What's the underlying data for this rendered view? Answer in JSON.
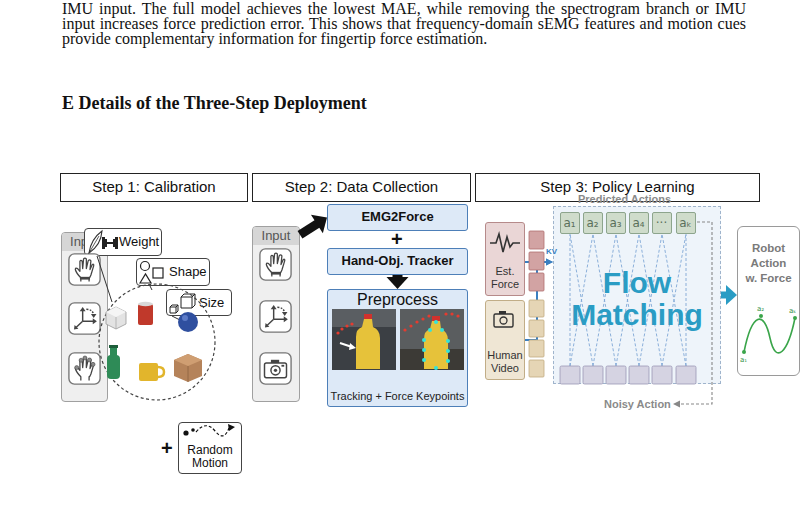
{
  "diagram": {
    "title": "E Details of the Three-Step Deployment",
    "nodes": [
      {
        "text": [
          "Step 1: Calibration"
        ]
      },
      {
        "text": [
          "Step 2: Data Collection"
        ]
      },
      {
        "text": [
          "Step 3: Policy Learning"
        ]
      },
      {
        "text": [
          "Input"
        ]
      },
      {
        "text": [
          "Weight"
        ]
      },
      {
        "text": [
          "Shape"
        ]
      },
      {
        "text": [
          "Size"
        ]
      },
      {
        "text": [
          "Random Motion"
        ]
      },
      {
        "text": [
          "Input"
        ]
      },
      {
        "text": [
          "EMG2Force"
        ]
      },
      {
        "text": [
          "Hand-Obj. Tracker"
        ]
      },
      {
        "text": [
          "Preprocess",
          "Tracking + Force Keypoints"
        ]
      },
      {
        "text": [
          "Est. Force"
        ]
      },
      {
        "text": [
          "Human Video"
        ]
      },
      {
        "text": [
          "Flow Matching"
        ]
      },
      {
        "text": [
          "a₁"
        ],
        "in": 14
      },
      {
        "text": [
          "a₂"
        ],
        "in": 14
      },
      {
        "text": [
          "a₃"
        ],
        "in": 14
      },
      {
        "text": [
          "a₄"
        ],
        "in": 14
      },
      {
        "text": [
          "···"
        ],
        "in": 14
      },
      {
        "text": [
          "aₖ"
        ],
        "in": 14
      },
      {
        "text": [
          "Robot Action w. Force"
        ]
      }
    ],
    "edges": [
      {
        "from": 8,
        "to": 9,
        "arrow": "to"
      },
      {
        "from": 10,
        "to": 11,
        "arrow": "to"
      },
      {
        "from": 12,
        "to": 14,
        "arrow": "to",
        "label": "KV"
      },
      {
        "from": 13,
        "to": 14,
        "arrow": "to"
      },
      {
        "from": 14,
        "to": 21,
        "arrow": "to"
      }
    ],
    "labels": [
      "IMU input. The full model achieves the lowest MAE, while removing the spectrogram branch or IMU input increases force prediction error. This shows that frequency-domain sEMG features and motion cues provide complementary information for fingertip force estimation.",
      "+",
      "+",
      "Predicted Actions",
      "Noisy Action",
      "a₁",
      "a₂",
      "aₖ"
    ]
  }
}
